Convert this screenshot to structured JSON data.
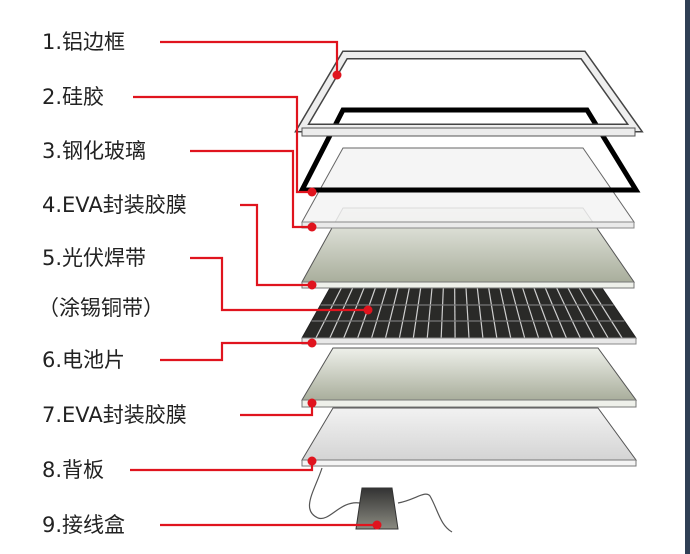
{
  "labels": [
    "1.铝边框",
    "2.硅胶",
    "3.钢化玻璃",
    "4.EVA封装胶膜",
    "5.光伏焊带",
    "（涂锡铜带）",
    "6.电池片",
    "7.EVA封装胶膜",
    "8.背板",
    "9.接线盒"
  ],
  "colors": {
    "leader": "#e0141e",
    "text": "#222222"
  }
}
